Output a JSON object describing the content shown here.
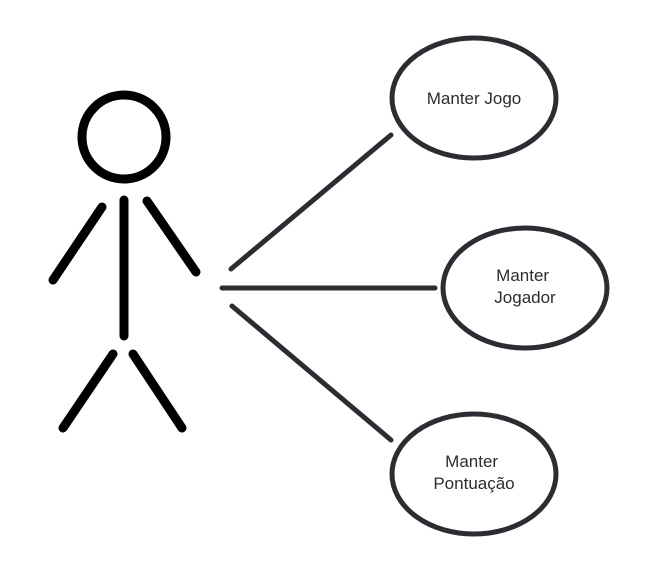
{
  "diagram": {
    "colors": {
      "actor": "#000000",
      "lines": "#2b2d33",
      "ellipse_stroke": "#2b2d33",
      "ellipse_fill": "#ffffff",
      "text": "#2b2d33"
    },
    "use_cases": [
      {
        "lines": [
          "Manter Jogo"
        ]
      },
      {
        "lines": [
          "Manter",
          "Jogador"
        ]
      },
      {
        "lines": [
          "Manter",
          "Pontuação"
        ]
      }
    ]
  }
}
